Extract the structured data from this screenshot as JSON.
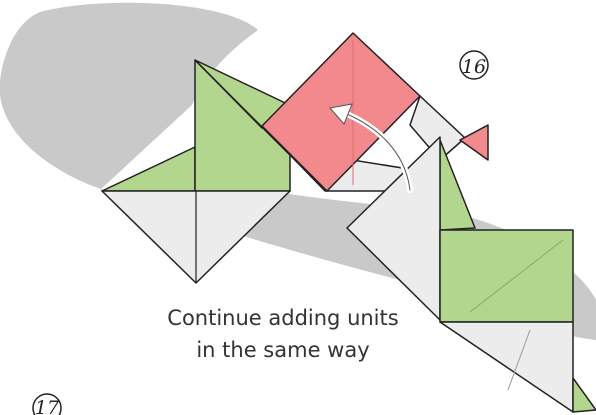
{
  "steps": {
    "current": "16",
    "next": "17"
  },
  "instruction": {
    "line1": "Continue adding units",
    "line2": "in the same way"
  },
  "colors": {
    "shadow": "#c9c9c9",
    "green": "#b3d68f",
    "pink": "#f2898d",
    "paper": "#ececec",
    "outline": "#222222",
    "arrow": "#ffffff"
  }
}
